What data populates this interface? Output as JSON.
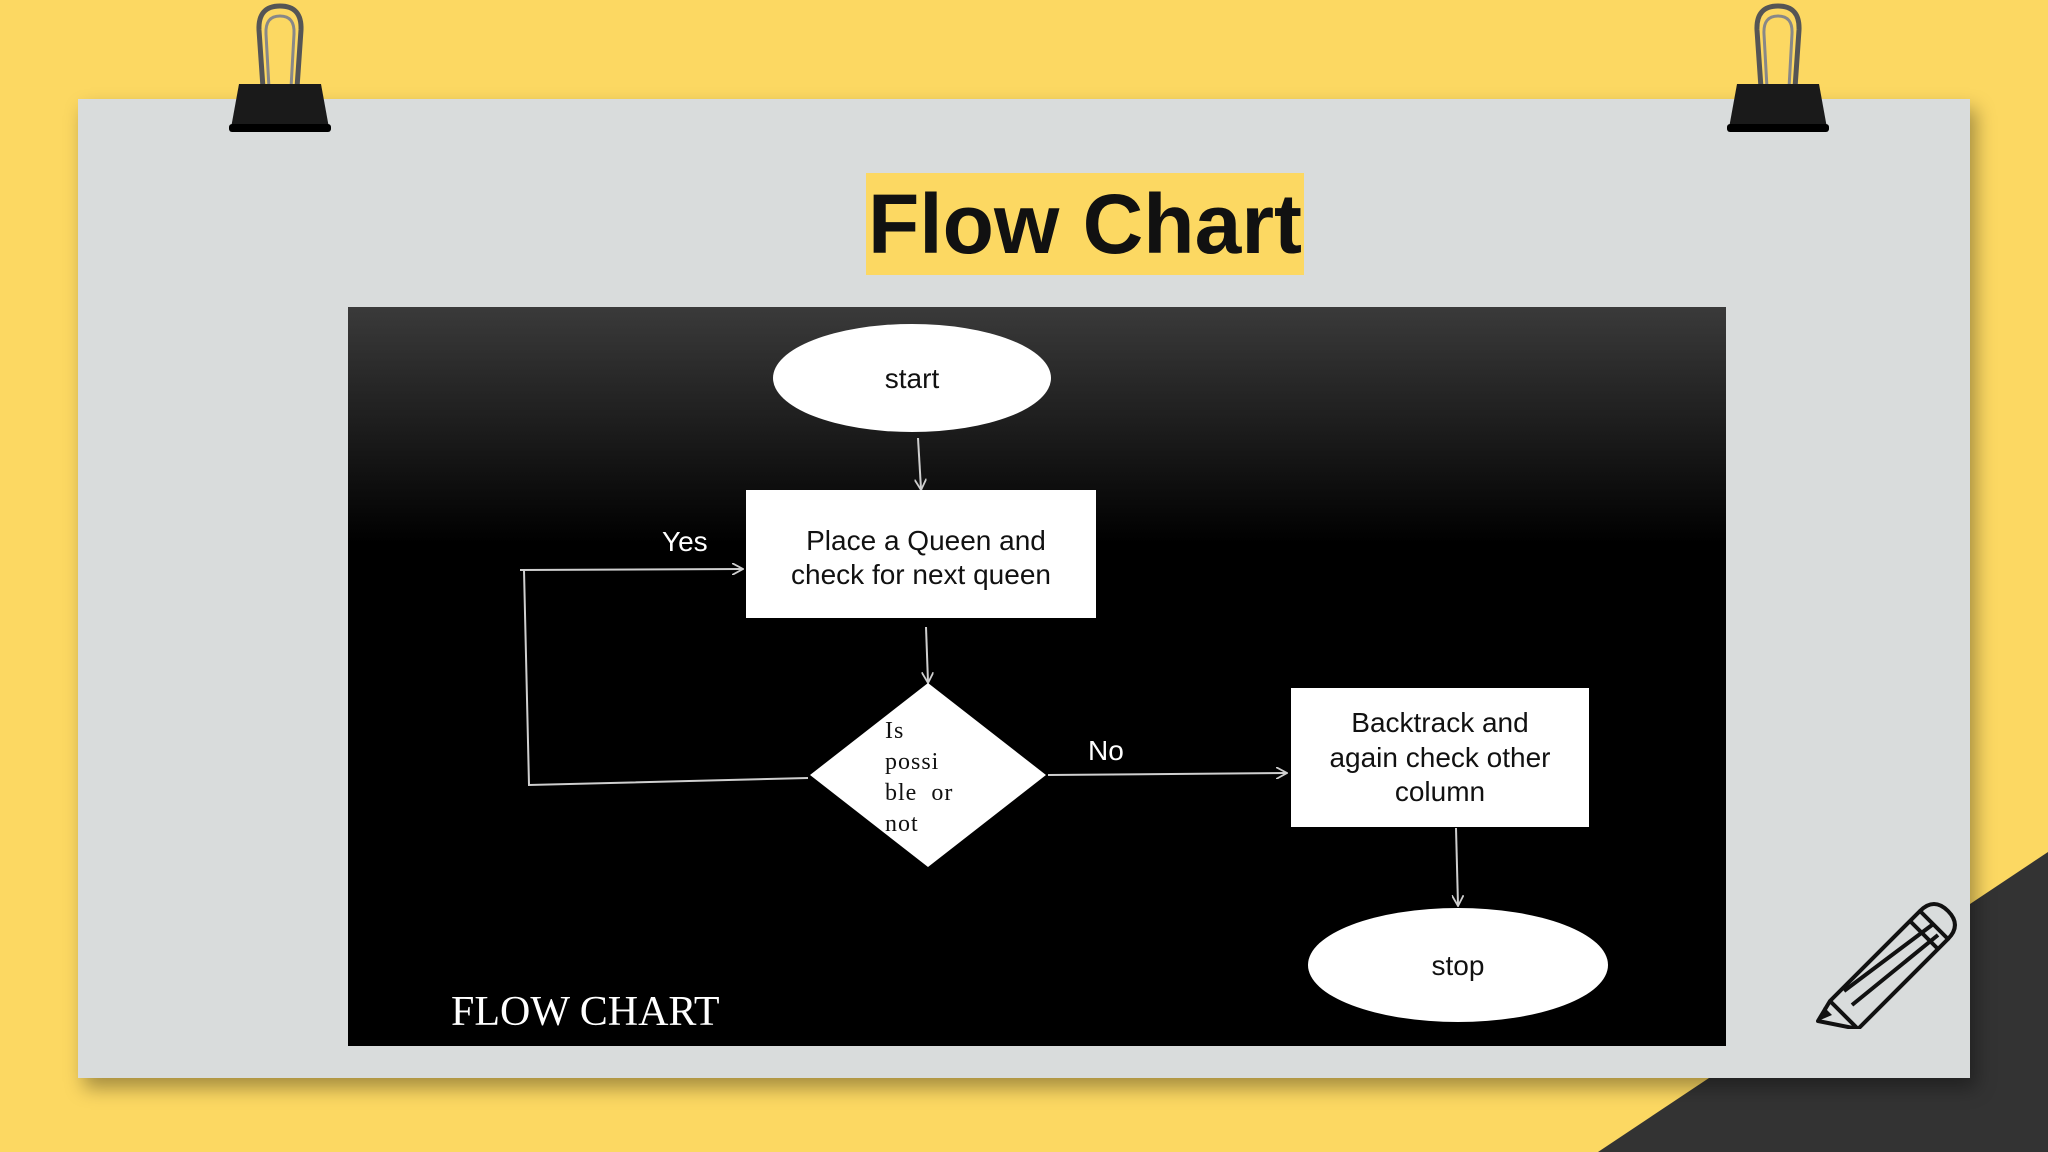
{
  "slide": {
    "title": "Flow Chart",
    "colors": {
      "background": "#fcd862",
      "paper": "#d9dcdc",
      "corner": "#333333",
      "title_highlight": "#fcd862"
    }
  },
  "diagram": {
    "caption": "FLOW CHART",
    "nodes": {
      "start": "start",
      "place_queen": [
        "Place a Queen and",
        "check for next queen"
      ],
      "decision": [
        "Is",
        "possi",
        "ble  or",
        "not"
      ],
      "backtrack": [
        "Backtrack and",
        "again check other",
        "column"
      ],
      "stop": "stop"
    },
    "edge_labels": {
      "yes": "Yes",
      "no": "No"
    }
  },
  "icons": {
    "binder_left": "binder-clip-icon",
    "binder_right": "binder-clip-icon",
    "pencil": "pencil-icon"
  }
}
